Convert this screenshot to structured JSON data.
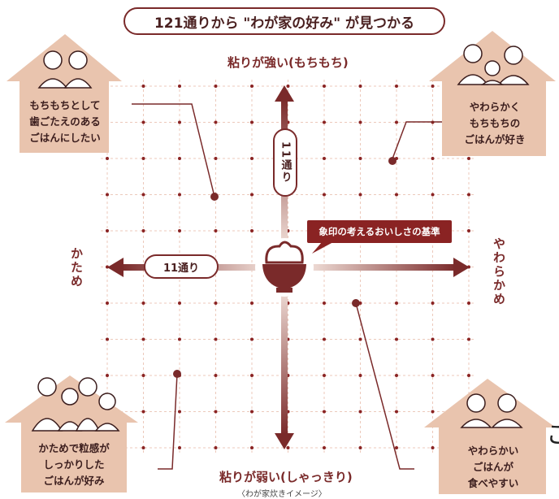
{
  "title": "121通りから \"わが家の好み\" が見つかる",
  "axes": {
    "top": "粘りが強い(もちもち)",
    "bottom": "粘りが弱い(しゃっきり)",
    "left": "かため",
    "right": "やわらかめ"
  },
  "caption": "〈わが家炊きイメージ〉",
  "horizontal_count": "11通り",
  "vertical_count": "11通り",
  "callout": "象印の考えるおいしさの基準",
  "edge_glyph": "こ",
  "houses": {
    "top_left": [
      "もちもちとして",
      "歯ごたえのある",
      "ごはんにしたい"
    ],
    "top_right": [
      "やわらかく",
      "もちもちの",
      "ごはんが好き"
    ],
    "bottom_left": [
      "かためで粒感が",
      "しっかりした",
      "ごはんが好み"
    ],
    "bottom_right": [
      "やわらかい",
      "ごはんが",
      "食べやすい"
    ]
  },
  "colors": {
    "accent": "#7a2a2a",
    "house": "#e9c4ae",
    "grid_dot": "#8a2323",
    "grid_line": "#ecc9bb"
  },
  "icons": {
    "center": "rice-bowl-icon",
    "people": "family-illustration-icon"
  }
}
